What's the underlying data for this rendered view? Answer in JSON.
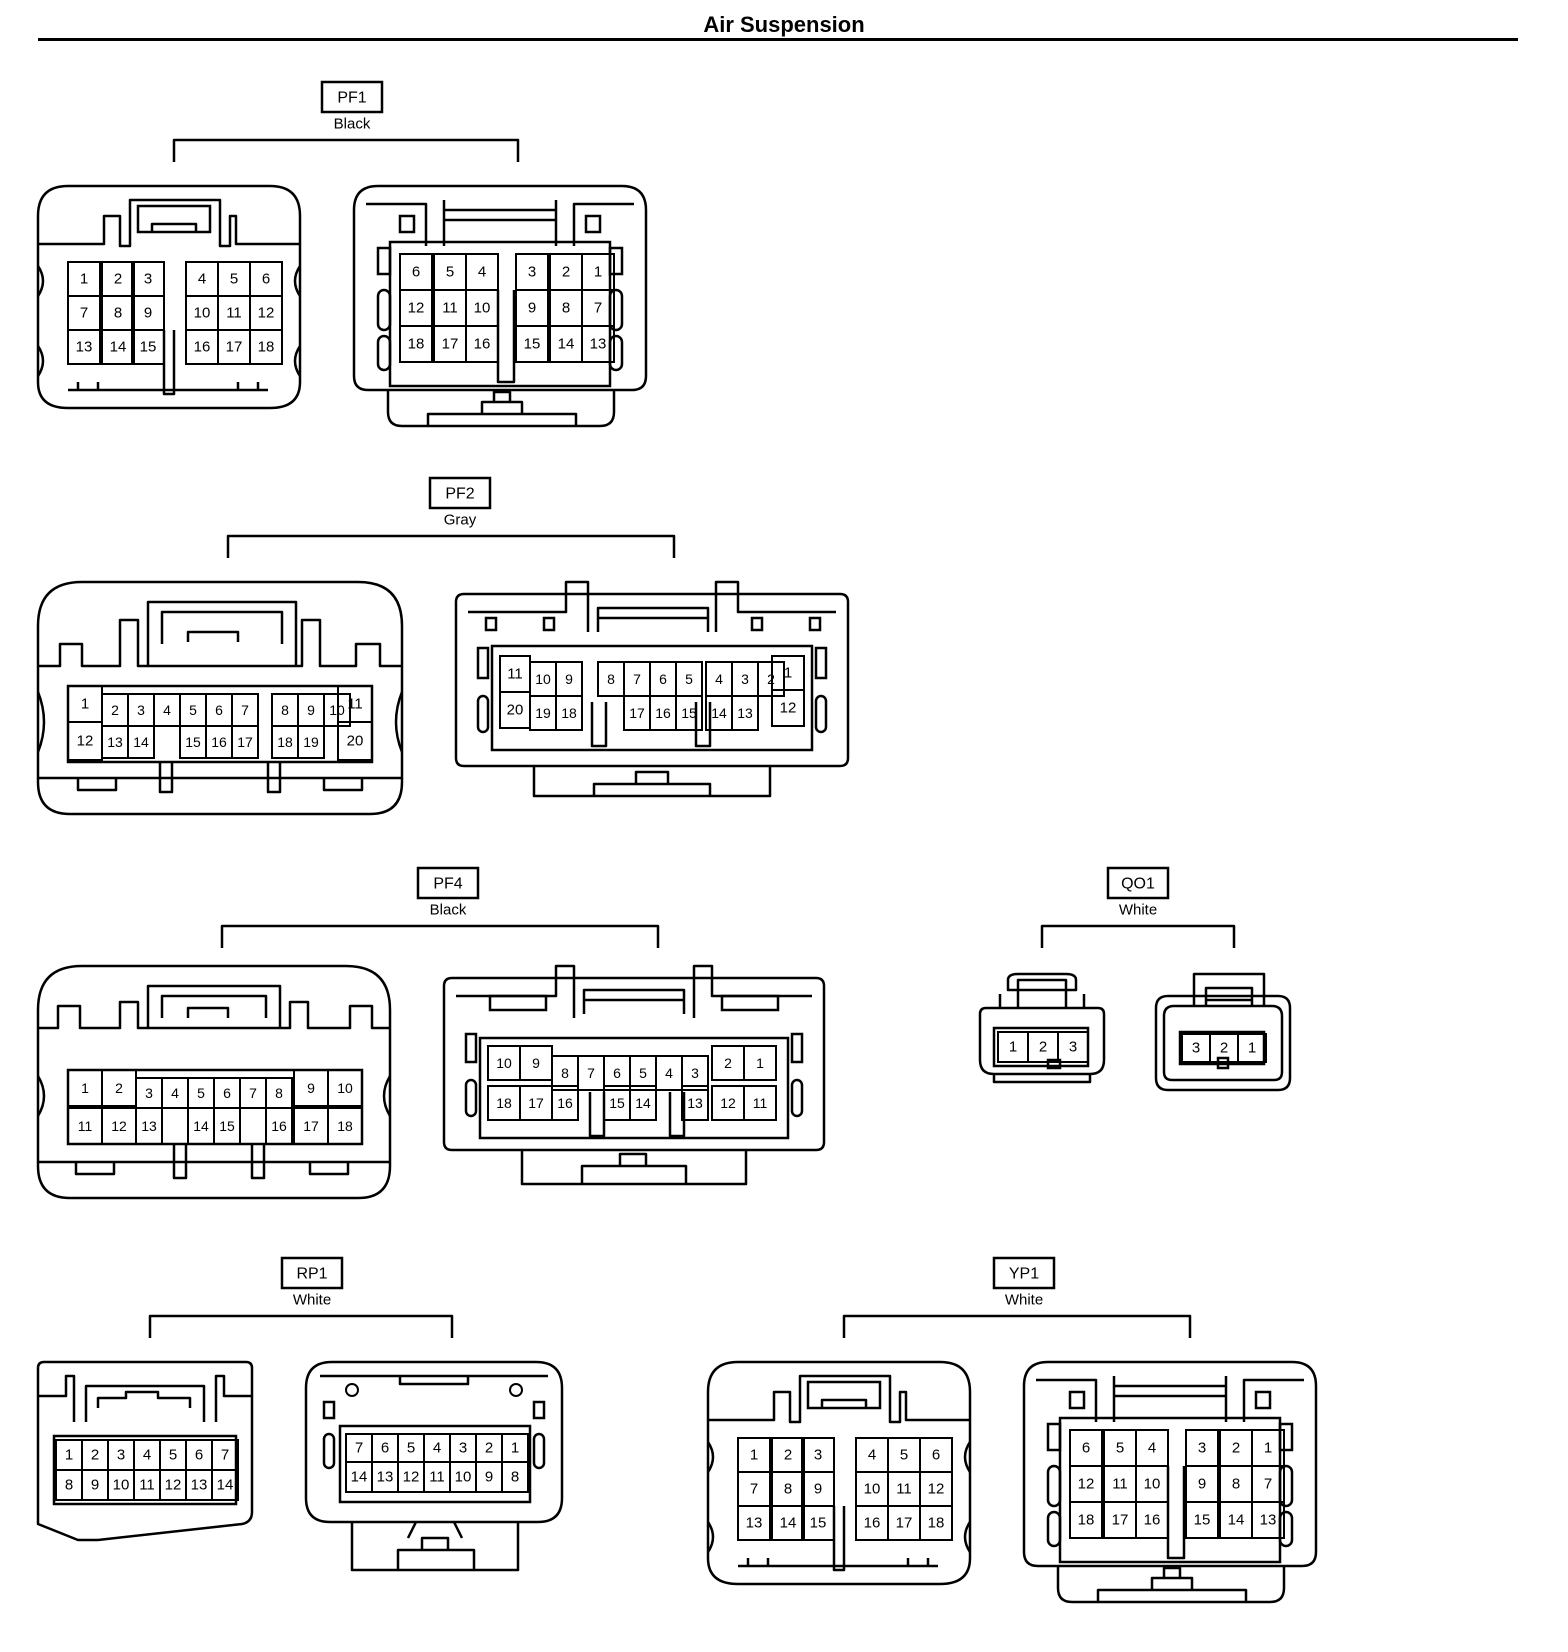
{
  "title": "Air Suspension",
  "connectors": [
    {
      "id": "PF1",
      "color": "Black",
      "style": "a",
      "female": {
        "rows": [
          {
            "top": [
              "1",
              "2",
              "3"
            ],
            "bot": [
              "7",
              "8",
              "9"
            ],
            "bot2": [
              "13",
              "14",
              "15"
            ]
          },
          {
            "top": [
              "4",
              "5",
              "6"
            ],
            "bot": [
              "10",
              "11",
              "12"
            ],
            "bot2": [
              "16",
              "17",
              "18"
            ]
          }
        ]
      },
      "male": {
        "rows": [
          {
            "top": [
              "6",
              "5",
              "4"
            ],
            "bot": [
              "12",
              "11",
              "10"
            ],
            "bot2": [
              "18",
              "17",
              "16"
            ]
          },
          {
            "top": [
              "3",
              "2",
              "1"
            ],
            "bot": [
              "9",
              "8",
              "7"
            ],
            "bot2": [
              "15",
              "14",
              "13"
            ]
          }
        ]
      }
    },
    {
      "id": "PF2",
      "color": "Gray",
      "style": "b",
      "female": {
        "tall_left": [
          "1",
          "12"
        ],
        "tall_right": [
          "11",
          "20"
        ],
        "groups": [
          {
            "top": [
              "2",
              "3",
              "4"
            ],
            "bot": [
              "13",
              "14"
            ]
          },
          {
            "top": [
              "5",
              "6",
              "7"
            ],
            "bot": [
              "15",
              "16",
              "17"
            ]
          },
          {
            "top": [
              "8",
              "9",
              "10"
            ],
            "bot": [
              "18",
              "19"
            ]
          }
        ]
      },
      "male": {
        "tall_left": [
          "11",
          "20"
        ],
        "tall_right": [
          "1",
          "12"
        ],
        "groups": [
          {
            "top": [
              "10",
              "9"
            ],
            "bot": [
              "19",
              "18"
            ]
          },
          {
            "top": [
              "8",
              "7",
              "6",
              "5"
            ],
            "bot": [
              "17",
              "16",
              "15"
            ]
          },
          {
            "top": [
              "4",
              "3",
              "2"
            ],
            "bot": [
              "14",
              "13"
            ]
          }
        ]
      }
    },
    {
      "id": "PF4",
      "color": "Black",
      "style": "c",
      "female": {
        "groups": [
          {
            "top": [
              "1",
              "2"
            ],
            "bot": [
              "11",
              "12"
            ]
          },
          {
            "top": [
              "3",
              "4",
              "5",
              "6",
              "7",
              "8"
            ],
            "bot": [
              "13",
              "14",
              "15",
              "16"
            ]
          },
          {
            "top": [
              "9",
              "10"
            ],
            "bot": [
              "17",
              "18"
            ]
          }
        ]
      },
      "male": {
        "groups": [
          {
            "top": [
              "10",
              "9"
            ],
            "bot": [
              "18",
              "17"
            ]
          },
          {
            "top": [
              "8",
              "7",
              "6",
              "5",
              "4",
              "3"
            ],
            "bot": [
              "16",
              "15",
              "14",
              "13"
            ]
          },
          {
            "top": [
              "2",
              "1"
            ],
            "bot": [
              "12",
              "11"
            ]
          }
        ]
      }
    },
    {
      "id": "QO1",
      "color": "White",
      "style": "d",
      "female": {
        "pins": [
          "1",
          "2",
          "3"
        ]
      },
      "male": {
        "pins": [
          "3",
          "2",
          "1"
        ]
      }
    },
    {
      "id": "RP1",
      "color": "White",
      "style": "e",
      "female": {
        "top": [
          "1",
          "2",
          "3",
          "4",
          "5",
          "6",
          "7"
        ],
        "bot": [
          "8",
          "9",
          "10",
          "11",
          "12",
          "13",
          "14"
        ]
      },
      "male": {
        "top": [
          "7",
          "6",
          "5",
          "4",
          "3",
          "2",
          "1"
        ],
        "bot": [
          "14",
          "13",
          "12",
          "11",
          "10",
          "9",
          "8"
        ]
      }
    },
    {
      "id": "YP1",
      "color": "White",
      "style": "a",
      "female": {
        "rows": [
          {
            "top": [
              "1",
              "2",
              "3"
            ],
            "bot": [
              "7",
              "8",
              "9"
            ],
            "bot2": [
              "13",
              "14",
              "15"
            ]
          },
          {
            "top": [
              "4",
              "5",
              "6"
            ],
            "bot": [
              "10",
              "11",
              "12"
            ],
            "bot2": [
              "16",
              "17",
              "18"
            ]
          }
        ]
      },
      "male": {
        "rows": [
          {
            "top": [
              "6",
              "5",
              "4"
            ],
            "bot": [
              "12",
              "11",
              "10"
            ],
            "bot2": [
              "18",
              "17",
              "16"
            ]
          },
          {
            "top": [
              "3",
              "2",
              "1"
            ],
            "bot": [
              "9",
              "8",
              "7"
            ],
            "bot2": [
              "15",
              "14",
              "13"
            ]
          }
        ]
      }
    }
  ]
}
